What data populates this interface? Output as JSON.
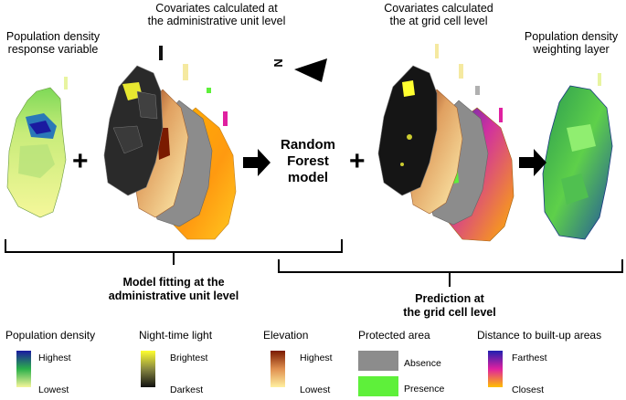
{
  "labels": {
    "pop_density_response": [
      "Population density",
      "response variable"
    ],
    "cov_admin": [
      "Covariates calculated at",
      "the administrative unit level"
    ],
    "cov_grid": [
      "Covariates calculated",
      "the at grid cell level"
    ],
    "pop_weighting": [
      "Population density",
      "weighting layer"
    ],
    "model": [
      "Random",
      "Forest",
      "model"
    ],
    "model_fitting": [
      "Model fitting at the",
      "administrative unit level"
    ],
    "prediction": [
      "Prediction at",
      "the grid cell level"
    ],
    "north": "N",
    "plus": "+"
  },
  "legend": {
    "population": {
      "title": "Population density",
      "high": "Highest",
      "low": "Lowest"
    },
    "night": {
      "title": "Night-time light",
      "high": "Brightest",
      "low": "Darkest"
    },
    "elevation": {
      "title": "Elevation",
      "high": "Highest",
      "low": "Lowest"
    },
    "protected": {
      "title": "Protected area",
      "absence": "Absence",
      "presence": "Presence"
    },
    "distance": {
      "title": "Distance to built-up areas",
      "high": "Farthest",
      "low": "Closest"
    }
  },
  "colors": {
    "pop_high": "#1a1aa0",
    "pop_mid": "#2ab04a",
    "pop_low": "#f5f59a",
    "night_high": "#ffff30",
    "night_low": "#111111",
    "elev_high": "#7a1a00",
    "elev_low": "#fff0a0",
    "protected_absence": "#8c8c8c",
    "protected_presence": "#5ef03a",
    "dist_far": "#2020b0",
    "dist_mid": "#e020a0",
    "dist_close": "#ffc000"
  }
}
